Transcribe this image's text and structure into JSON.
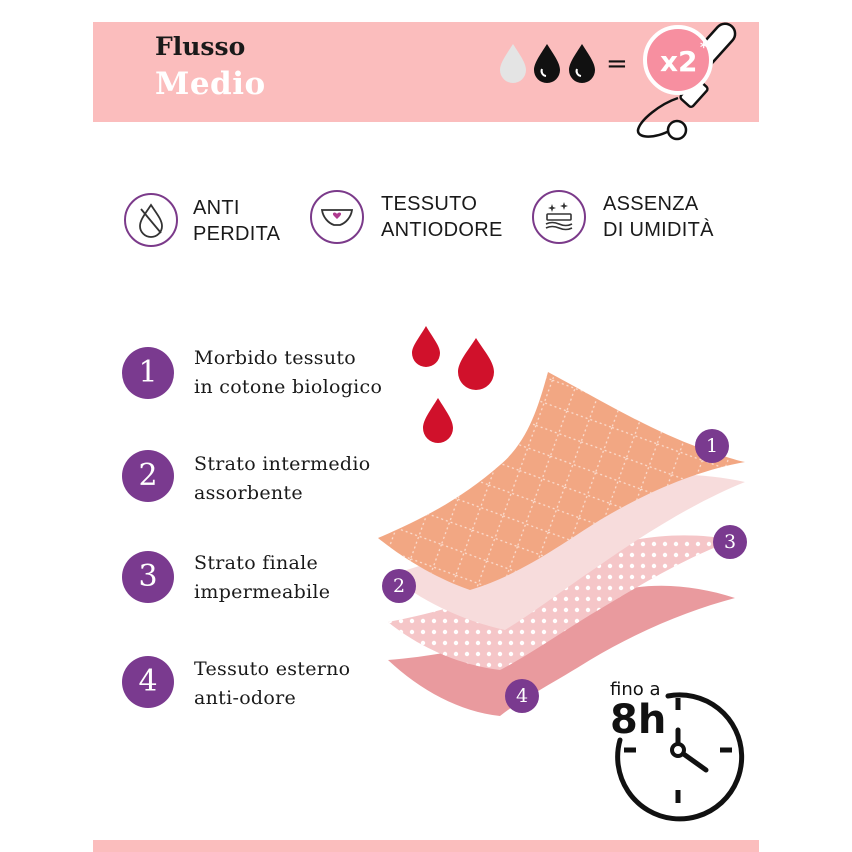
{
  "banner": {
    "title": "Flusso",
    "subtitle": "Medio",
    "multiplier": "x2",
    "multiplier_mark": "*",
    "equals": "=",
    "colors": {
      "banner_bg": "#fbbdbd",
      "badge": "#f78fa0",
      "purple": "#7a3a8f",
      "blood": "#d0112b"
    }
  },
  "features": [
    {
      "icon": "drop-slash-icon",
      "line1": "ANTI",
      "line2": "PERDITA"
    },
    {
      "icon": "underwear-heart-icon",
      "line1": "TESSUTO",
      "line2": "ANTIODORE"
    },
    {
      "icon": "dry-layers-sparkle-icon",
      "line1": "ASSENZA",
      "line2": "DI UMIDITÀ"
    }
  ],
  "layers": [
    {
      "number": "1",
      "line1": "Morbido tessuto",
      "line2": "in cotone biologico"
    },
    {
      "number": "2",
      "line1": "Strato intermedio",
      "line2": "assorbente"
    },
    {
      "number": "3",
      "line1": "Strato finale",
      "line2": "impermeabile"
    },
    {
      "number": "4",
      "line1": "Tessuto esterno",
      "line2": "anti-odore"
    }
  ],
  "badges": [
    "1",
    "2",
    "3",
    "4"
  ],
  "duration": {
    "prefix": "fino a",
    "value": "8h",
    "icon": "clock-icon"
  }
}
